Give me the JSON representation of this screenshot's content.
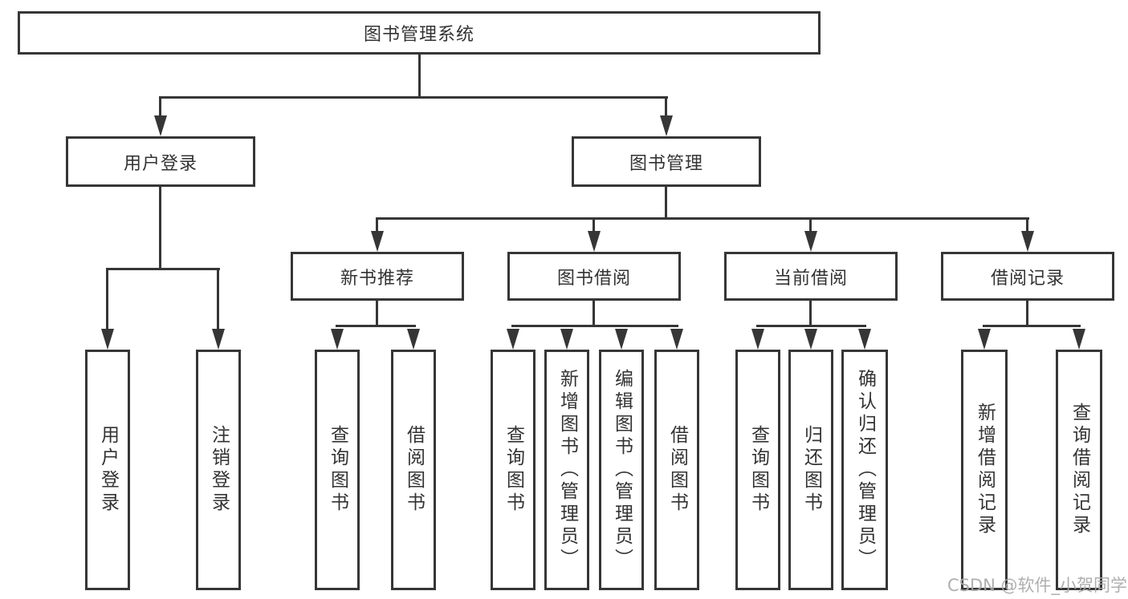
{
  "diagram": {
    "root": {
      "label": "图书管理系统"
    },
    "level1": [
      {
        "label": "用户登录"
      },
      {
        "label": "图书管理"
      }
    ],
    "level2": [
      {
        "label": "新书推荐"
      },
      {
        "label": "图书借阅"
      },
      {
        "label": "当前借阅"
      },
      {
        "label": "借阅记录"
      }
    ],
    "leaves": {
      "user_login": [
        "用户登录",
        "注销登录"
      ],
      "new_books": [
        "查询图书",
        "借阅图书"
      ],
      "book_borrow": [
        "查询图书",
        "新增图书（管理员）",
        "编辑图书（管理员）",
        "借阅图书"
      ],
      "current_borrow": [
        "查询图书",
        "归还图书",
        "确认归还（管理员）"
      ],
      "borrow_records": [
        "新增借阅记录",
        "查询借阅记录"
      ]
    },
    "watermark": "CSDN @软件_小贺同学",
    "colors": {
      "line": "#363636",
      "text": "#333333",
      "background": "#ffffff",
      "watermark": "#a8a8a8"
    }
  }
}
